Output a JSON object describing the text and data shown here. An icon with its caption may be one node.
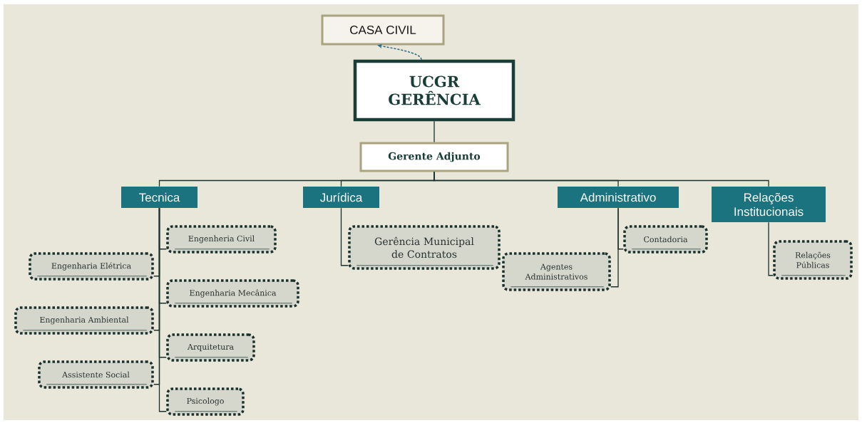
{
  "diagram": {
    "nodes": [
      {
        "text": [
          "CASA CIVIL"
        ]
      },
      {
        "text": [
          "UCGR GERÊNCIA"
        ]
      },
      {
        "text": [
          "Gerente Adjunto"
        ]
      },
      {
        "text": [
          "Tecnica"
        ]
      },
      {
        "text": [
          "Jurídica"
        ]
      },
      {
        "text": [
          "Administrativo"
        ]
      },
      {
        "text": [
          "Relações Institucionais"
        ]
      },
      {
        "text": [
          "Engenheria Civil"
        ]
      },
      {
        "text": [
          "Engenharia Elétrica"
        ]
      },
      {
        "text": [
          "Engenharia Mecânica"
        ]
      },
      {
        "text": [
          "Engenharia Ambiental"
        ]
      },
      {
        "text": [
          "Arquitetura"
        ]
      },
      {
        "text": [
          "Assistente Social"
        ]
      },
      {
        "text": [
          "Psicologo"
        ]
      },
      {
        "text": [
          "Gerência Municipal de Contratos"
        ]
      },
      {
        "text": [
          "Agentes Administrativos"
        ]
      },
      {
        "text": [
          "Contadoria"
        ]
      },
      {
        "text": [
          "Relações Públicas"
        ]
      }
    ],
    "edges": [
      {
        "from": 1,
        "to": 0,
        "arrow": "to",
        "style": "dashed",
        "color": "#2b6d84"
      },
      {
        "from": 1,
        "to": 2,
        "arrow": "none"
      },
      {
        "from": 2,
        "to": 3,
        "arrow": "none"
      },
      {
        "from": 2,
        "to": 4,
        "arrow": "none"
      },
      {
        "from": 2,
        "to": 5,
        "arrow": "none"
      },
      {
        "from": 2,
        "to": 6,
        "arrow": "none"
      },
      {
        "from": 3,
        "to": 7,
        "arrow": "none"
      },
      {
        "from": 3,
        "to": 8,
        "arrow": "none"
      },
      {
        "from": 3,
        "to": 9,
        "arrow": "none"
      },
      {
        "from": 3,
        "to": 10,
        "arrow": "none"
      },
      {
        "from": 3,
        "to": 11,
        "arrow": "none"
      },
      {
        "from": 3,
        "to": 12,
        "arrow": "none"
      },
      {
        "from": 3,
        "to": 13,
        "arrow": "none"
      },
      {
        "from": 4,
        "to": 14,
        "arrow": "none"
      },
      {
        "from": 5,
        "to": 15,
        "arrow": "none"
      },
      {
        "from": 5,
        "to": 16,
        "arrow": "none"
      },
      {
        "from": 6,
        "to": 17,
        "arrow": "none"
      }
    ]
  }
}
